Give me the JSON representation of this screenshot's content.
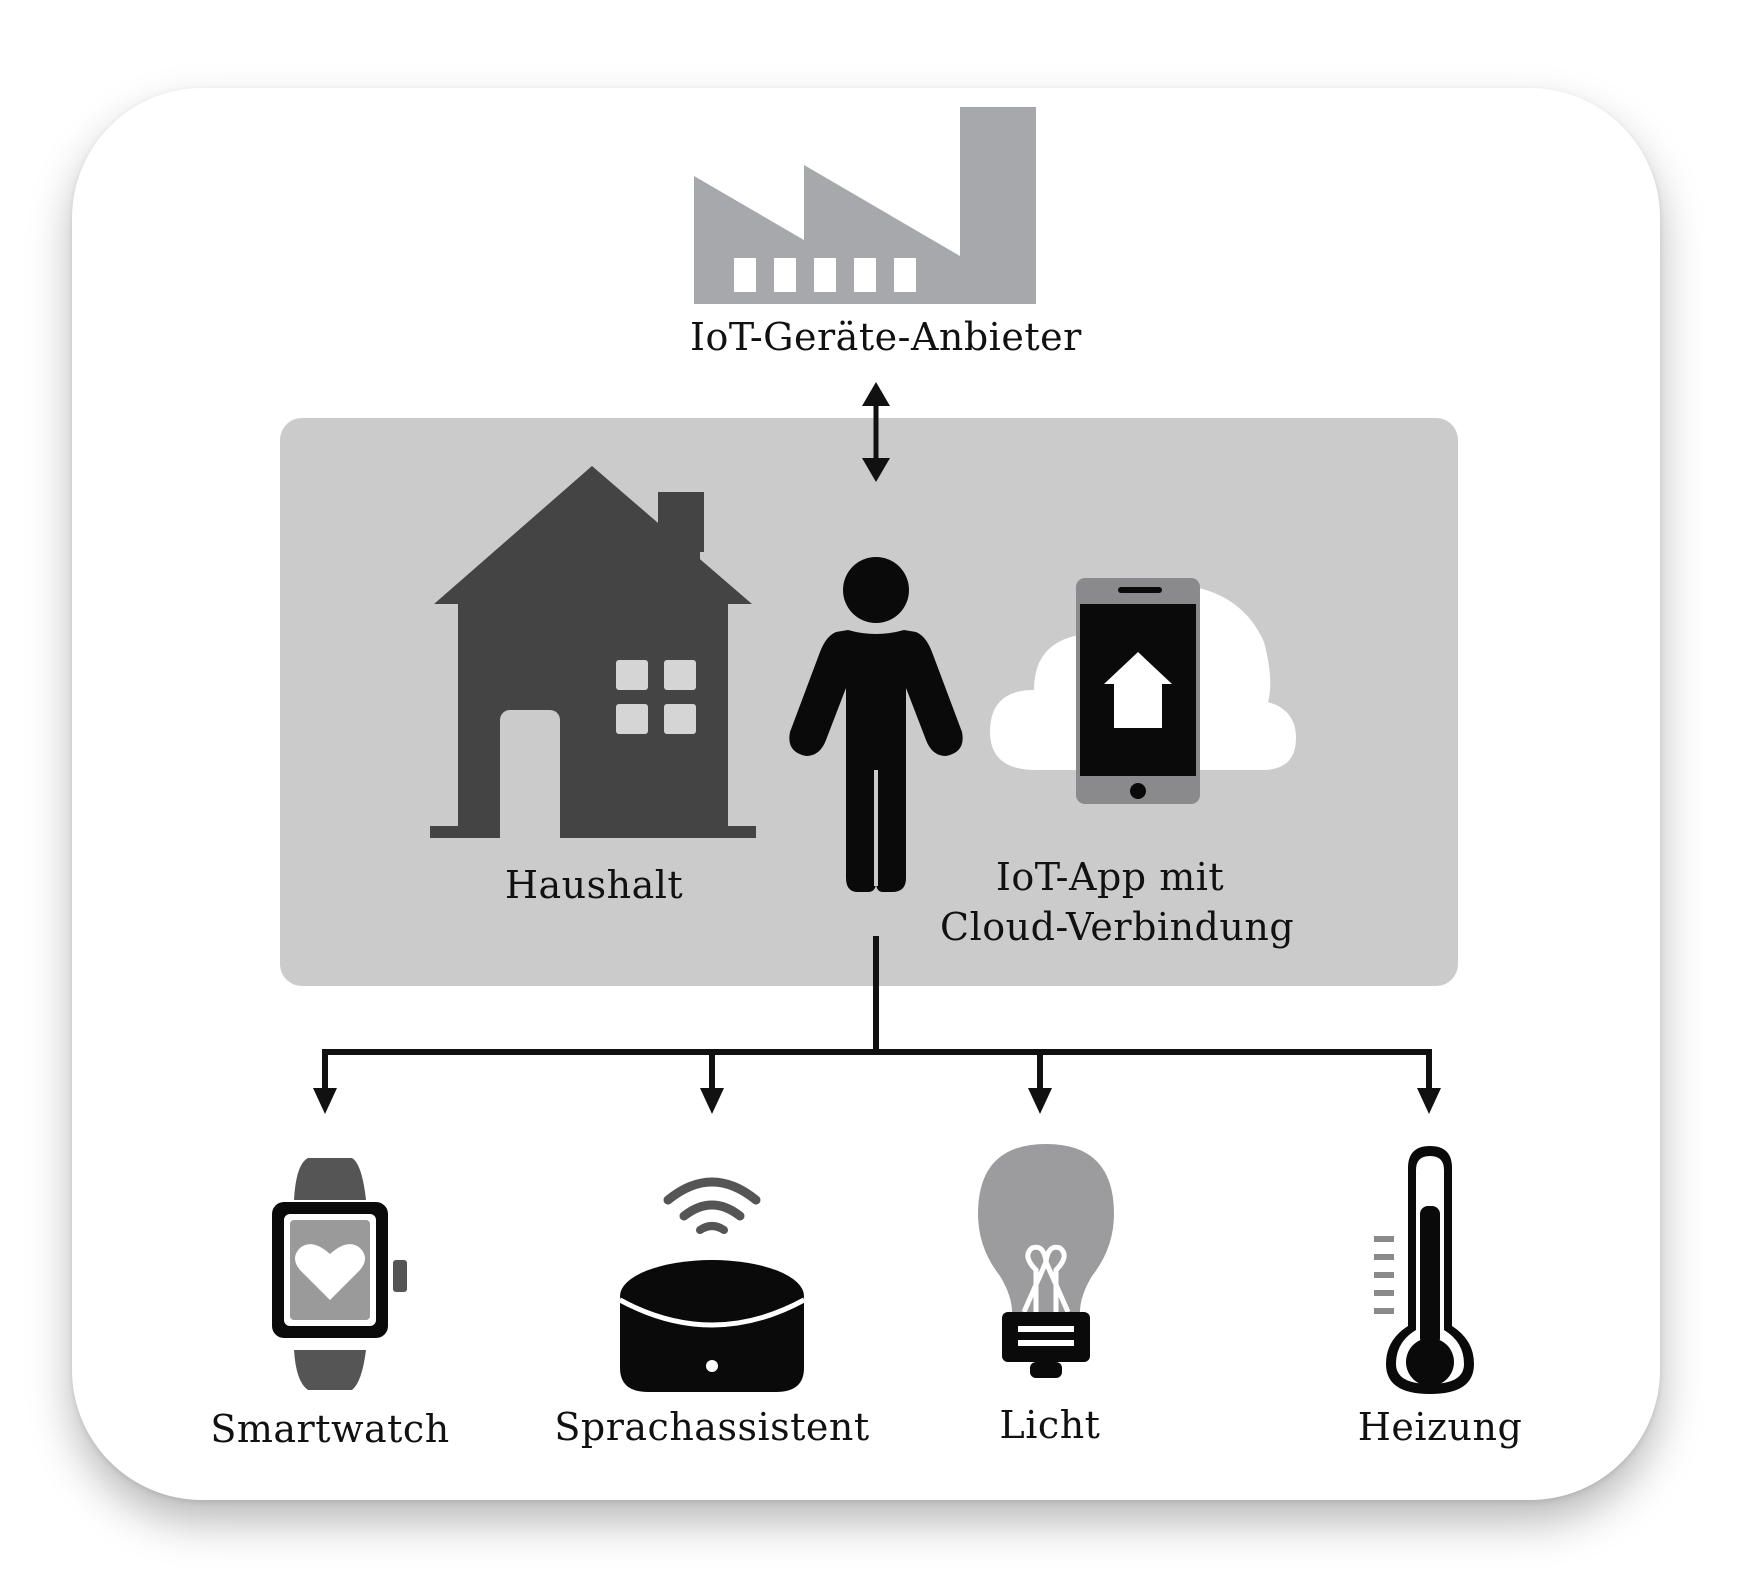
{
  "diagram": {
    "provider": {
      "label": "IoT-Geräte-Anbieter",
      "icon": "factory-icon",
      "color": "#a7a8ab"
    },
    "household": {
      "label": "Haushalt",
      "icon": "house-icon",
      "person_icon": "person-icon",
      "app": {
        "label_line1": "IoT-App mit",
        "label_line2": "Cloud-Verbindung",
        "icon": "smartphone-cloud-icon"
      }
    },
    "devices": [
      {
        "label": "Smartwatch",
        "icon": "smartwatch-icon"
      },
      {
        "label": "Sprachassistent",
        "icon": "smart-speaker-icon"
      },
      {
        "label": "Licht",
        "icon": "light-bulb-icon"
      },
      {
        "label": "Heizung",
        "icon": "thermometer-icon"
      }
    ],
    "colors": {
      "panel": "#cbcbcb",
      "dark": "#444444",
      "black": "#0a0a0a",
      "gray": "#a7a8ab"
    }
  }
}
